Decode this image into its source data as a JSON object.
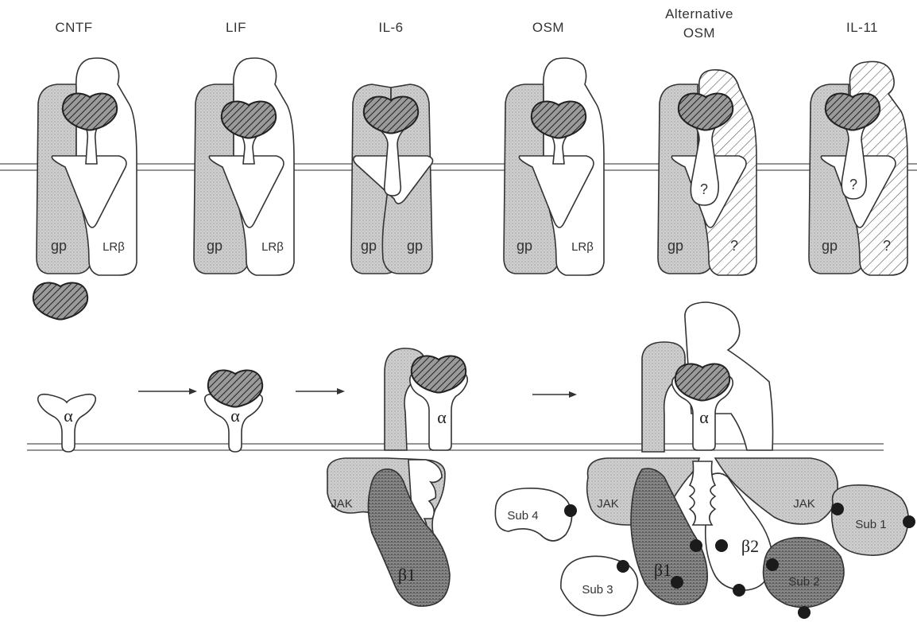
{
  "top_row": {
    "columns": [
      {
        "title": "CNTF",
        "left_label": "gp",
        "right_label": "LRβ"
      },
      {
        "title": "LIF",
        "left_label": "gp",
        "right_label": "LRβ"
      },
      {
        "title": "IL-6",
        "left_label": "gp",
        "right_label": "gp"
      },
      {
        "title": "OSM",
        "left_label": "gp",
        "right_label": "LRβ"
      },
      {
        "title": "Alternative",
        "title_line2": "OSM",
        "left_label": "gp",
        "right_label": "?",
        "center_label": "?"
      },
      {
        "title": "IL-11",
        "left_label": "gp",
        "right_label": "?",
        "center_label": "?"
      }
    ]
  },
  "bottom_row": {
    "alpha_label": "α",
    "beta1_label": "β1",
    "beta2_label": "β2",
    "jak_label": "JAK",
    "substrates": [
      "Sub 1",
      "Sub 2",
      "Sub 3",
      "Sub 4"
    ]
  }
}
